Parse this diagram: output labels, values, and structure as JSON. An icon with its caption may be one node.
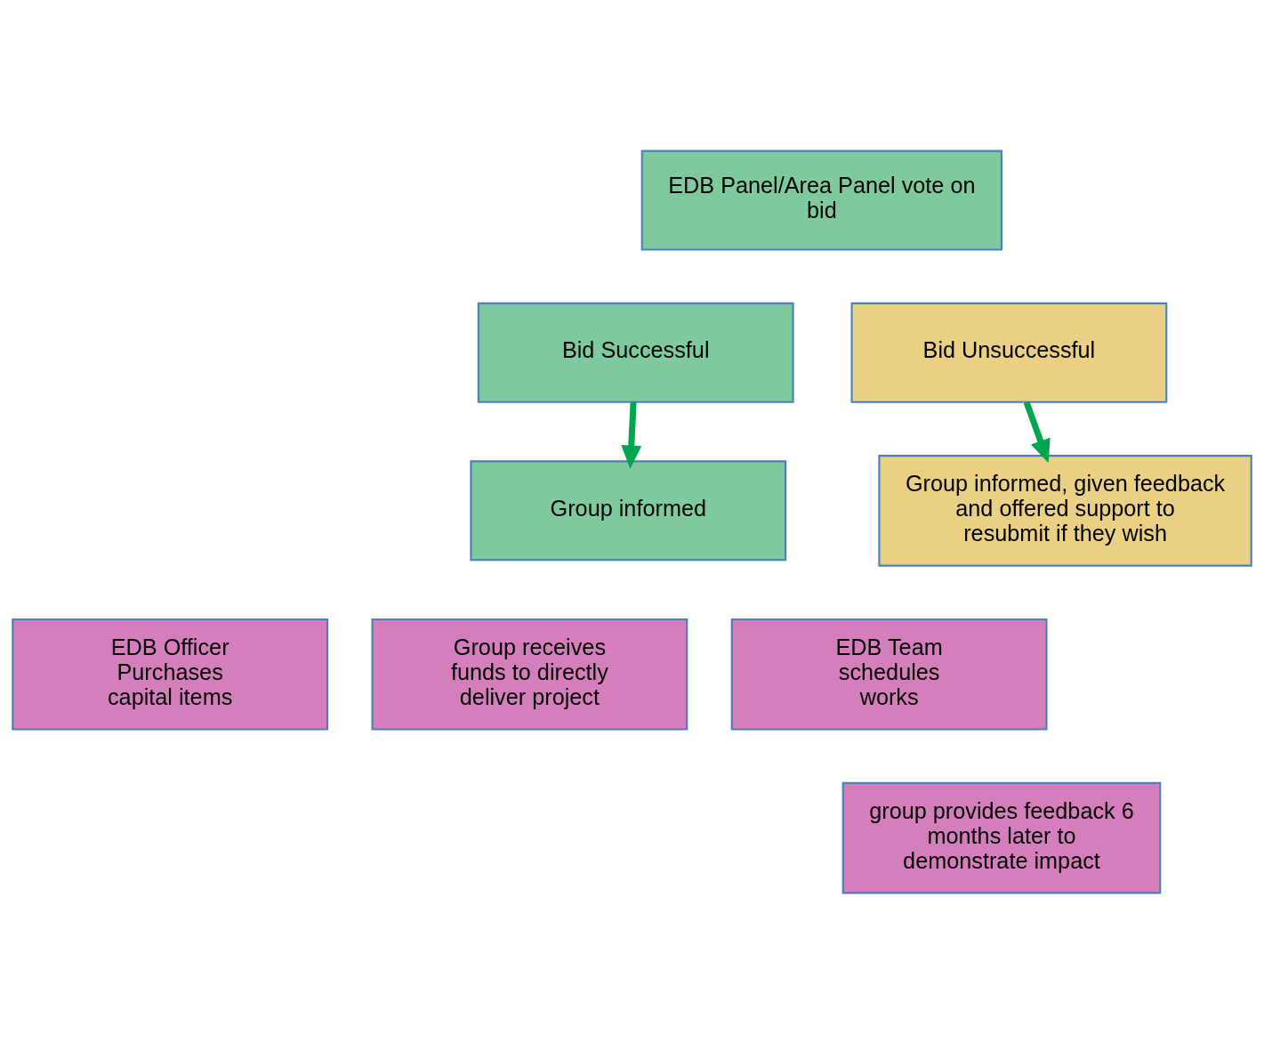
{
  "diagram": {
    "nodes": [
      {
        "text": [
          "EDB Panel/Area Panel vote on bid"
        ]
      },
      {
        "text": [
          "Bid Successful"
        ]
      },
      {
        "text": [
          "Bid Unsuccessful"
        ]
      },
      {
        "text": [
          "Group informed"
        ]
      },
      {
        "text": [
          "Group informed, given feedback and offered support to resubmit if they wish"
        ]
      },
      {
        "text": [
          "EDB Officer Purchases capital items"
        ]
      },
      {
        "text": [
          "Group receives funds to directly deliver project"
        ]
      },
      {
        "text": [
          "EDB Team schedules works"
        ]
      },
      {
        "text": [
          "group provides feedback 6 months later to demonstrate impact"
        ]
      }
    ],
    "edges": [
      {
        "from": 1,
        "to": 3,
        "arrow": "to"
      },
      {
        "from": 2,
        "to": 4,
        "arrow": "to"
      }
    ]
  }
}
